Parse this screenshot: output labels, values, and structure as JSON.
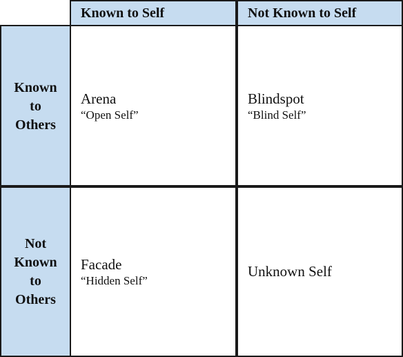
{
  "columns": {
    "known_to_self": "Known to Self",
    "not_known_to_self": "Not Known to Self"
  },
  "rows": {
    "known_to_others": "Known\nto\nOthers",
    "not_known_to_others": "Not\nKnown\nto\nOthers"
  },
  "quadrants": {
    "arena": {
      "title": "Arena",
      "subtitle": "“Open Self”"
    },
    "blindspot": {
      "title": "Blindspot",
      "subtitle": "“Blind Self”"
    },
    "facade": {
      "title": "Facade",
      "subtitle": "“Hidden Self”"
    },
    "unknown": {
      "title": "Unknown Self"
    }
  },
  "colors": {
    "header_fill": "#c6dcf0",
    "border": "#1a1a1a"
  }
}
